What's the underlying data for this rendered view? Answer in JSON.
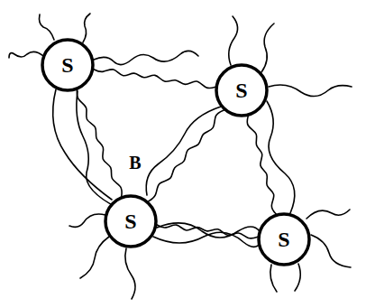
{
  "diagram": {
    "nodes": [
      {
        "text": [
          "S"
        ]
      },
      {
        "text": [
          "S"
        ]
      },
      {
        "text": [
          "S"
        ]
      },
      {
        "text": [
          "S"
        ]
      }
    ],
    "edges": [
      {
        "from": 0,
        "to": 2,
        "arrow": "none"
      },
      {
        "from": 1,
        "to": 2,
        "arrow": "none"
      },
      {
        "from": 2,
        "to": 3,
        "arrow": "none"
      },
      {
        "from": 1,
        "to": 3,
        "arrow": "none"
      },
      {
        "from": 0,
        "to": 1,
        "arrow": "none"
      }
    ],
    "labels": [
      "B"
    ]
  }
}
